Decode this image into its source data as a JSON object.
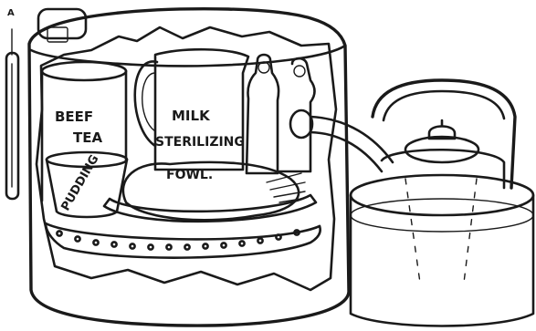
{
  "labels": {
    "marker": "A",
    "beef_tea_line1": "BEEF",
    "beef_tea_line2": "TEA",
    "milk_line1": "MILK",
    "milk_line2": "STERILIZING",
    "fowl": "FOWL.",
    "pudding": "PUDDING"
  },
  "colors": {
    "ink": "#1a1a1a",
    "paper": "#ffffff"
  }
}
